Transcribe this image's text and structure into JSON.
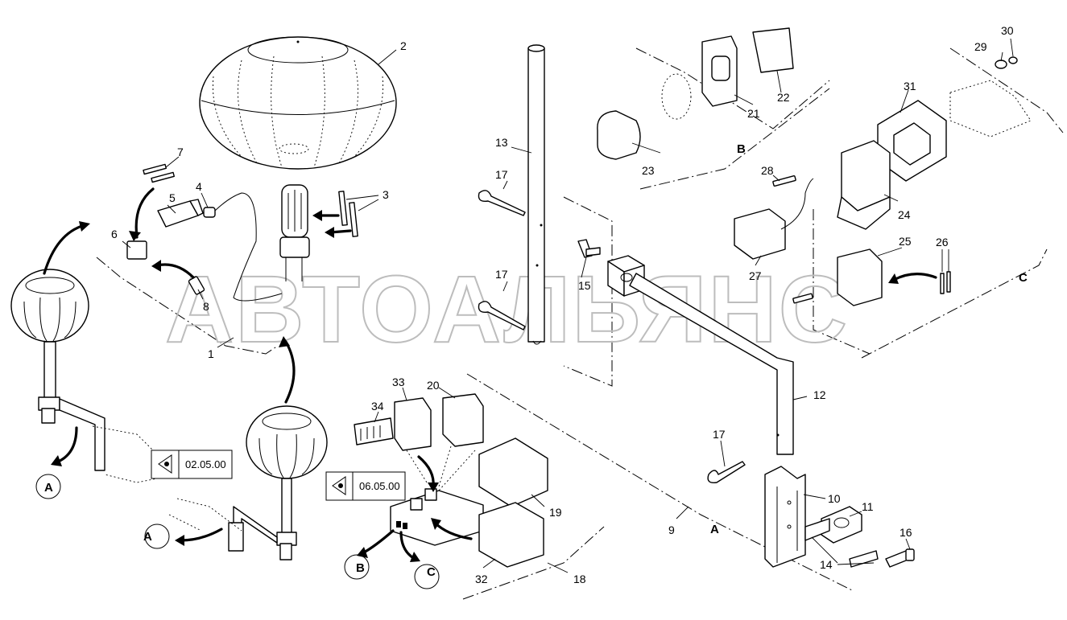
{
  "watermark": "АВТОАЛЬЯНС",
  "part_labels": [
    {
      "id": "label-1",
      "text": "1"
    },
    {
      "id": "label-2",
      "text": "2"
    },
    {
      "id": "label-3",
      "text": "3"
    },
    {
      "id": "label-4",
      "text": "4"
    },
    {
      "id": "label-5",
      "text": "5"
    },
    {
      "id": "label-6",
      "text": "6"
    },
    {
      "id": "label-7",
      "text": "7"
    },
    {
      "id": "label-8",
      "text": "8"
    },
    {
      "id": "label-9",
      "text": "9"
    },
    {
      "id": "label-10",
      "text": "10"
    },
    {
      "id": "label-11",
      "text": "11"
    },
    {
      "id": "label-12",
      "text": "12"
    },
    {
      "id": "label-13",
      "text": "13"
    },
    {
      "id": "label-14",
      "text": "14"
    },
    {
      "id": "label-15",
      "text": "15"
    },
    {
      "id": "label-16",
      "text": "16"
    },
    {
      "id": "label-17a",
      "text": "17"
    },
    {
      "id": "label-17b",
      "text": "17"
    },
    {
      "id": "label-17c",
      "text": "17"
    },
    {
      "id": "label-18",
      "text": "18"
    },
    {
      "id": "label-19",
      "text": "19"
    },
    {
      "id": "label-20",
      "text": "20"
    },
    {
      "id": "label-21",
      "text": "21"
    },
    {
      "id": "label-22",
      "text": "22"
    },
    {
      "id": "label-23",
      "text": "23"
    },
    {
      "id": "label-24",
      "text": "24"
    },
    {
      "id": "label-25",
      "text": "25"
    },
    {
      "id": "label-26",
      "text": "26"
    },
    {
      "id": "label-27",
      "text": "27"
    },
    {
      "id": "label-28",
      "text": "28"
    },
    {
      "id": "label-29",
      "text": "29"
    },
    {
      "id": "label-30",
      "text": "30"
    },
    {
      "id": "label-31",
      "text": "31"
    },
    {
      "id": "label-32",
      "text": "32"
    },
    {
      "id": "label-33",
      "text": "33"
    },
    {
      "id": "label-34",
      "text": "34"
    }
  ],
  "section_labels": {
    "a_main": "A",
    "b_main": "B",
    "c_main": "C",
    "a_circle_1": "A",
    "a_circle_2": "A",
    "b_circle": "B",
    "c_circle": "C"
  },
  "view_refs": {
    "ref_1": "02.05.00",
    "ref_2": "06.05.00"
  }
}
